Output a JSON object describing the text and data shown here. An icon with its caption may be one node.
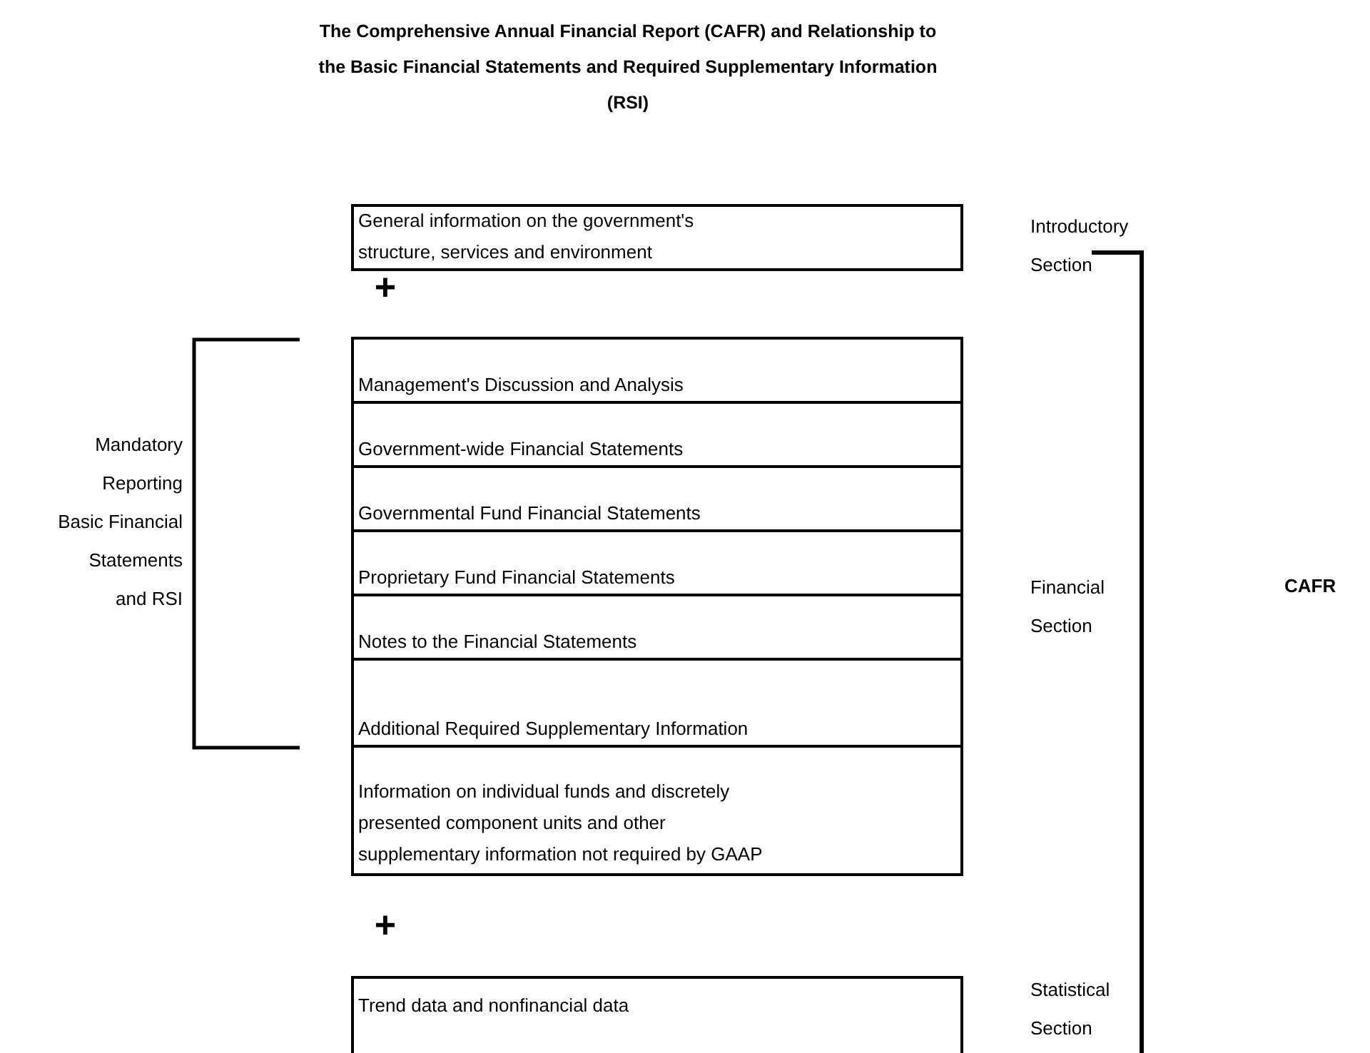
{
  "diagram": {
    "title": "The Comprehensive Annual Financial Report (CAFR) and Relationship to the Basic Financial Statements and Required Supplementary Information (RSI)",
    "nodes": [
      {
        "text": [
          "General information on the government's structure, services and environment"
        ]
      },
      {
        "text": [
          "Management's Discussion and Analysis"
        ]
      },
      {
        "text": [
          "Government-wide Financial Statements"
        ]
      },
      {
        "text": [
          "Governmental Fund Financial Statements"
        ]
      },
      {
        "text": [
          "Proprietary Fund Financial Statements"
        ]
      },
      {
        "text": [
          "Notes to the Financial Statements"
        ]
      },
      {
        "text": [
          "Additional Required Supplementary Information"
        ]
      },
      {
        "text": [
          "Information on individual funds and discretely presented component units and other supplementary information not required by GAAP"
        ]
      },
      {
        "text": [
          "Trend data and nonfinancial data"
        ]
      }
    ],
    "labels": [
      "Introductory Section",
      "+",
      "Mandatory Reporting Basic Financial Statements and RSI",
      "Financial Section",
      "CAFR",
      "+",
      "Statistical Section"
    ]
  }
}
